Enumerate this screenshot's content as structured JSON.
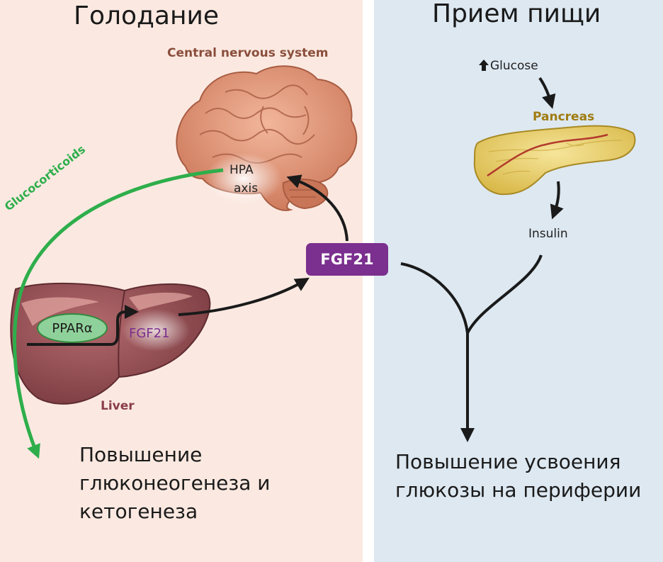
{
  "panels": {
    "left": {
      "title": "Голодание",
      "color": "#fbe9e1"
    },
    "right": {
      "title": "Прием пищи",
      "color": "#dde8f1"
    }
  },
  "nodes": {
    "cns": "Central nervous system",
    "hpa_line1": "HPA",
    "hpa_line2": "axis",
    "glucocorticoids": "Glucocorticoids",
    "fgf21_box": "FGF21",
    "ppar": "PPARα",
    "fgf21_liver": "FGF21",
    "liver": "Liver",
    "glucose": "Glucose",
    "pancreas": "Pancreas",
    "insulin": "Insulin"
  },
  "outcomes": {
    "left": "Повышение глюконеогенеза и кетогенеза",
    "right": "Повышение усвоения глюкозы на периферии"
  },
  "colors": {
    "fgf21": "#7b2f8e",
    "glucocorticoid_arrow": "#2eae4b",
    "cns_label": "#8a4e3c",
    "pancreas_label": "#a07c10",
    "liver_label": "#8a3d4a",
    "arrow": "#1a1a1a"
  },
  "icons": [
    "brain-icon",
    "liver-icon",
    "pancreas-icon",
    "glucose-up-arrow-icon"
  ]
}
